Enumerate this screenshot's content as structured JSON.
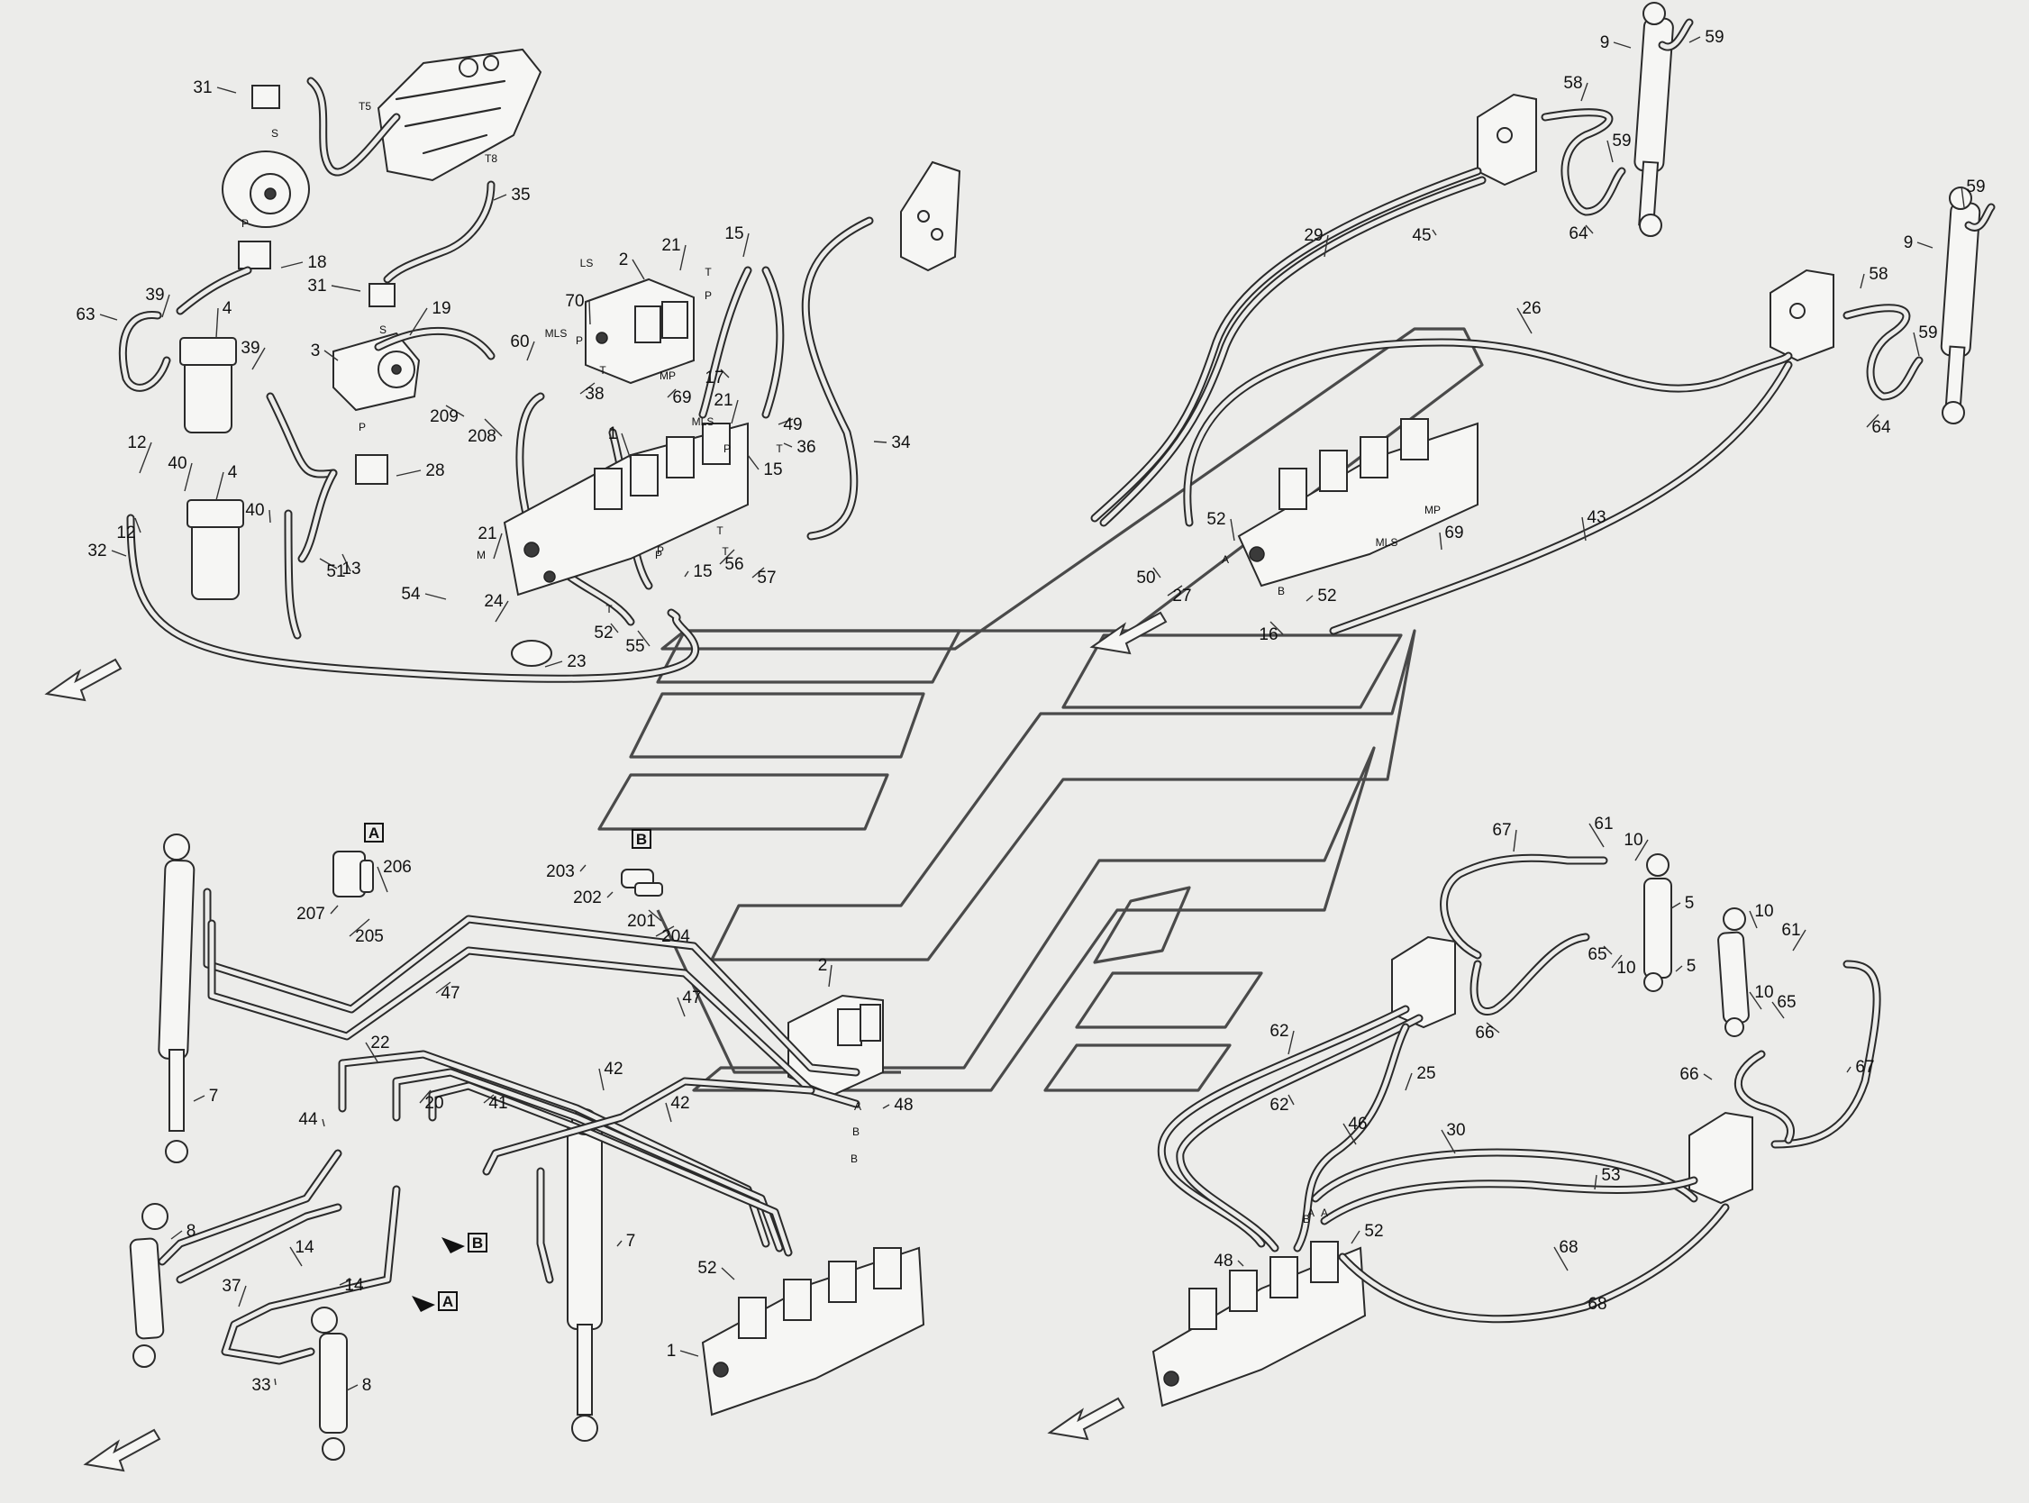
{
  "labels": [
    {
      "t": "31"
    },
    {
      "t": "18"
    },
    {
      "t": "31"
    },
    {
      "t": "19"
    },
    {
      "t": "3"
    },
    {
      "t": "39"
    },
    {
      "t": "4"
    },
    {
      "t": "39"
    },
    {
      "t": "63"
    },
    {
      "t": "12"
    },
    {
      "t": "40"
    },
    {
      "t": "4"
    },
    {
      "t": "40"
    },
    {
      "t": "12"
    },
    {
      "t": "13"
    },
    {
      "t": "32"
    },
    {
      "t": "28"
    },
    {
      "t": "209"
    },
    {
      "t": "208"
    },
    {
      "t": "51"
    },
    {
      "t": "35"
    },
    {
      "t": "2"
    },
    {
      "t": "21"
    },
    {
      "t": "15"
    },
    {
      "t": "70"
    },
    {
      "t": "60"
    },
    {
      "t": "38"
    },
    {
      "t": "69"
    },
    {
      "t": "17"
    },
    {
      "t": "21"
    },
    {
      "t": "49"
    },
    {
      "t": "34"
    },
    {
      "t": "36"
    },
    {
      "t": "15"
    },
    {
      "t": "1"
    },
    {
      "t": "21"
    },
    {
      "t": "56"
    },
    {
      "t": "57"
    },
    {
      "t": "15"
    },
    {
      "t": "54"
    },
    {
      "t": "24"
    },
    {
      "t": "52"
    },
    {
      "t": "55"
    },
    {
      "t": "23"
    },
    {
      "t": "9"
    },
    {
      "t": "59"
    },
    {
      "t": "58"
    },
    {
      "t": "59"
    },
    {
      "t": "64"
    },
    {
      "t": "29"
    },
    {
      "t": "45"
    },
    {
      "t": "59"
    },
    {
      "t": "9"
    },
    {
      "t": "58"
    },
    {
      "t": "26"
    },
    {
      "t": "59"
    },
    {
      "t": "64"
    },
    {
      "t": "43"
    },
    {
      "t": "52"
    },
    {
      "t": "69"
    },
    {
      "t": "50"
    },
    {
      "t": "27"
    },
    {
      "t": "52"
    },
    {
      "t": "16"
    },
    {
      "t": "206"
    },
    {
      "t": "207"
    },
    {
      "t": "205"
    },
    {
      "t": "203"
    },
    {
      "t": "202"
    },
    {
      "t": "201"
    },
    {
      "t": "204"
    },
    {
      "t": "47"
    },
    {
      "t": "47"
    },
    {
      "t": "2"
    },
    {
      "t": "48"
    },
    {
      "t": "7"
    },
    {
      "t": "22"
    },
    {
      "t": "42"
    },
    {
      "t": "20"
    },
    {
      "t": "41"
    },
    {
      "t": "42"
    },
    {
      "t": "44"
    },
    {
      "t": "8"
    },
    {
      "t": "14"
    },
    {
      "t": "14"
    },
    {
      "t": "37"
    },
    {
      "t": "7"
    },
    {
      "t": "52"
    },
    {
      "t": "1"
    },
    {
      "t": "33"
    },
    {
      "t": "8"
    },
    {
      "t": "67"
    },
    {
      "t": "61"
    },
    {
      "t": "10"
    },
    {
      "t": "5"
    },
    {
      "t": "65"
    },
    {
      "t": "10"
    },
    {
      "t": "10"
    },
    {
      "t": "61"
    },
    {
      "t": "5"
    },
    {
      "t": "10"
    },
    {
      "t": "65"
    },
    {
      "t": "66"
    },
    {
      "t": "67"
    },
    {
      "t": "66"
    },
    {
      "t": "62"
    },
    {
      "t": "62"
    },
    {
      "t": "25"
    },
    {
      "t": "46"
    },
    {
      "t": "30"
    },
    {
      "t": "53"
    },
    {
      "t": "52"
    },
    {
      "t": "48"
    },
    {
      "t": "68"
    },
    {
      "t": "68"
    }
  ],
  "port_labels": [
    "S",
    "T5",
    "T8",
    "P",
    "S",
    "P",
    "LS",
    "T",
    "P",
    "MLS",
    "P",
    "T",
    "MP",
    "MLS",
    "P",
    "T",
    "T",
    "P",
    "M",
    "T",
    "T",
    "P",
    "MLS",
    "MP",
    "A",
    "B",
    "A",
    "B",
    "B",
    "A",
    "B",
    "A"
  ],
  "detail_refs": [
    {
      "t": "A"
    },
    {
      "t": "B"
    },
    {
      "t": "B"
    },
    {
      "t": "A"
    }
  ]
}
